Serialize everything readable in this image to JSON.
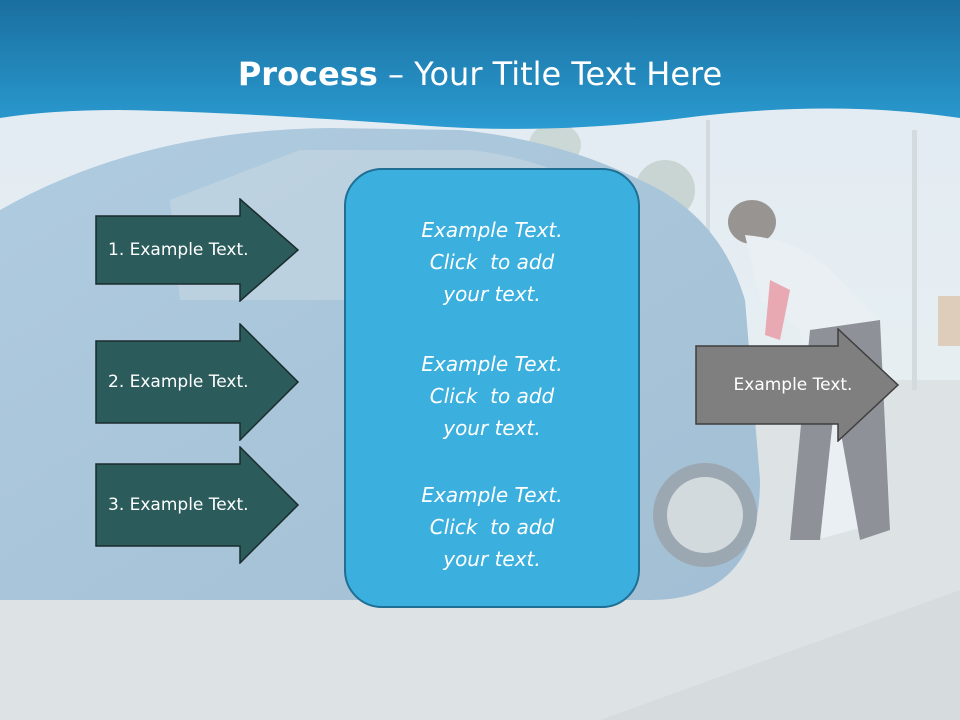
{
  "title": {
    "bold": "Process",
    "rest": " – Your Title Text Here"
  },
  "left_arrows": [
    {
      "label": "1. Example Text."
    },
    {
      "label": "2. Example Text."
    },
    {
      "label": "3. Example Text."
    }
  ],
  "center_box": {
    "blocks": [
      {
        "lines": [
          "Example Text.",
          "Click  to add",
          "your text."
        ]
      },
      {
        "lines": [
          "Example Text.",
          "Click  to add",
          "your text."
        ]
      },
      {
        "lines": [
          "Example Text.",
          "Click  to add",
          "your text."
        ]
      }
    ]
  },
  "right_arrow": {
    "label": "Example Text."
  },
  "colors": {
    "header_blue": "#1d86bd",
    "left_arrow_fill": "#2b5c5b",
    "center_box_fill": "#3bb0df",
    "right_arrow_fill": "#7f7f7f"
  }
}
